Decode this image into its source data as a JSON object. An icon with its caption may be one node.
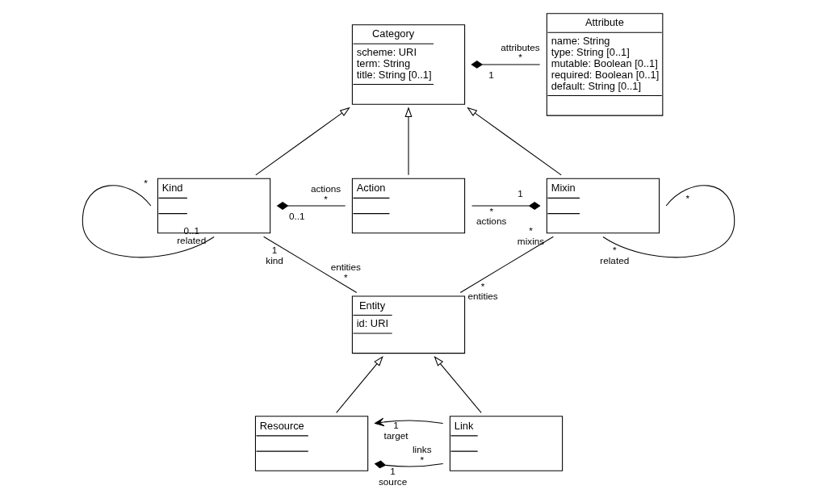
{
  "diagram": {
    "nodes": [
      {
        "text": [
          "Category",
          "scheme: URI",
          "term: String",
          "title: String [0..1]"
        ]
      },
      {
        "text": [
          "Attribute",
          "name: String",
          "type: String [0..1]",
          "mutable: Boolean [0..1]",
          "required: Boolean [0..1]",
          "default: String [0..1]"
        ]
      },
      {
        "text": [
          "Kind"
        ]
      },
      {
        "text": [
          "Action"
        ]
      },
      {
        "text": [
          "Mixin"
        ]
      },
      {
        "text": [
          "Entity",
          "id: URI"
        ]
      },
      {
        "text": [
          "Resource"
        ]
      },
      {
        "text": [
          "Link"
        ]
      }
    ],
    "edges": [
      {
        "from": 2,
        "to": 0,
        "arrow": "to"
      },
      {
        "from": 3,
        "to": 0,
        "arrow": "to"
      },
      {
        "from": 4,
        "to": 0,
        "arrow": "to"
      },
      {
        "from": 0,
        "to": 1,
        "arrow": "other"
      },
      {
        "from": 2,
        "to": 3,
        "arrow": "other"
      },
      {
        "from": 4,
        "to": 3,
        "arrow": "other"
      },
      {
        "from": 2,
        "to": 2,
        "arrow": "none"
      },
      {
        "from": 4,
        "to": 4,
        "arrow": "none"
      },
      {
        "from": 5,
        "to": 2,
        "arrow": "none"
      },
      {
        "from": 5,
        "to": 4,
        "arrow": "none"
      },
      {
        "from": 6,
        "to": 5,
        "arrow": "to"
      },
      {
        "from": 7,
        "to": 5,
        "arrow": "to"
      },
      {
        "from": 7,
        "to": 6,
        "arrow": "to"
      },
      {
        "from": 6,
        "to": 7,
        "arrow": "other"
      }
    ],
    "labels": [
      "1",
      "attributes",
      "*",
      "*",
      "0..1",
      "actions",
      "*",
      "*",
      "actions",
      "1",
      "*",
      "0..1",
      "related",
      "1",
      "kind",
      "*",
      "mixins",
      "*",
      "related",
      "entities",
      "*",
      "*",
      "entities",
      "1",
      "target",
      "1",
      "source",
      "links",
      "*"
    ]
  }
}
